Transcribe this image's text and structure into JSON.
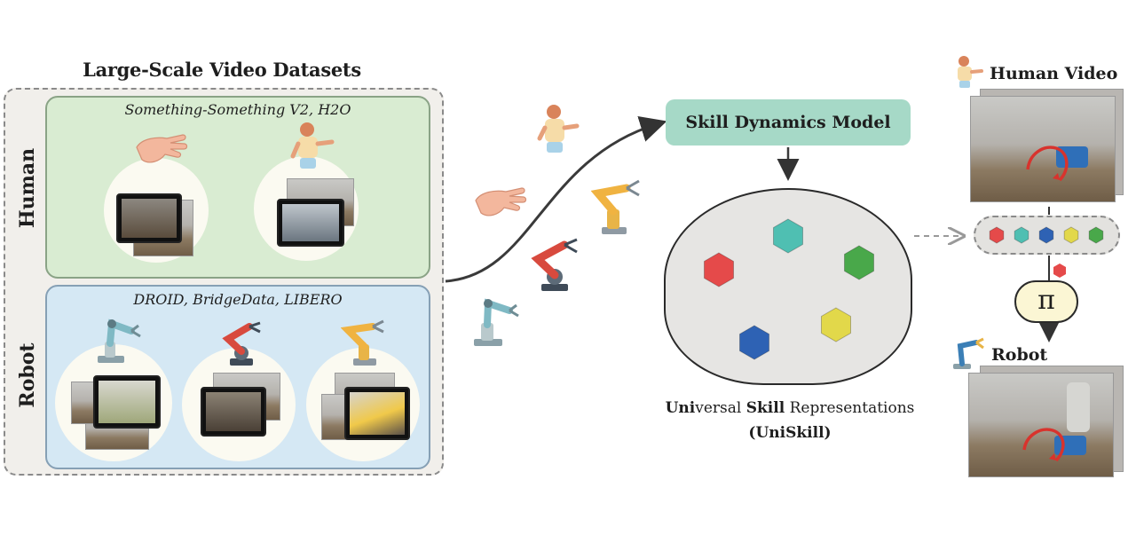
{
  "datasets": {
    "title": "Large-Scale Video Datasets",
    "human": {
      "label": "Human",
      "sources": "Something-Something V2, H2O"
    },
    "robot": {
      "label": "Robot",
      "sources": "DROID, BridgeData, LIBERO"
    }
  },
  "model": {
    "label": "Skill Dynamics Model"
  },
  "representation": {
    "line1_parts": [
      "Uni",
      "versal ",
      "Skill",
      " Representations"
    ],
    "line2": "(UniSkill)",
    "hexagon_colors": [
      "#e54a4a",
      "#4fbfb2",
      "#49a84a",
      "#e2d84a",
      "#2e62b4"
    ]
  },
  "right": {
    "human_video_title": "Human Video",
    "robot_imitation_title": "Robot Imitation",
    "policy_symbol": "π",
    "token_colors": [
      "#e54a4a",
      "#4fbfb2",
      "#2e62b4",
      "#e2d84a",
      "#49a84a"
    ],
    "selected_token_color": "#e54a4a"
  }
}
